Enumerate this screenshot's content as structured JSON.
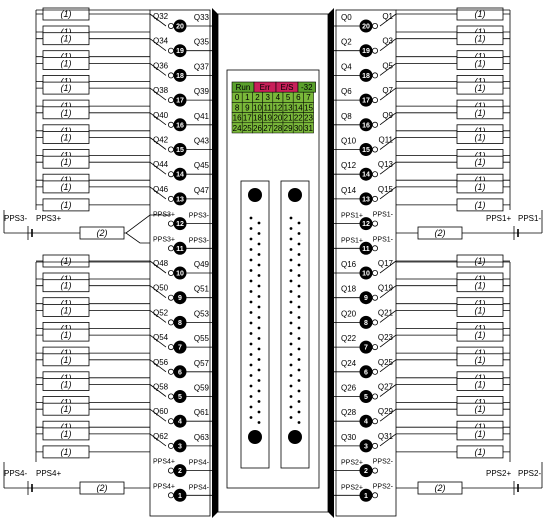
{
  "left_block": {
    "resistor_label": "(1)",
    "pps_resistor_label": "(2)",
    "rows": [
      {
        "l": "Q32",
        "r": "Q33",
        "n": "20"
      },
      {
        "l": "Q34",
        "r": "Q35",
        "n": "19"
      },
      {
        "l": "Q36",
        "r": "Q37",
        "n": "18"
      },
      {
        "l": "Q38",
        "r": "Q39",
        "n": "17"
      },
      {
        "l": "Q40",
        "r": "Q41",
        "n": "16"
      },
      {
        "l": "Q42",
        "r": "Q43",
        "n": "15"
      },
      {
        "l": "Q44",
        "r": "Q45",
        "n": "14"
      },
      {
        "l": "Q46",
        "r": "Q47",
        "n": "13"
      },
      {
        "l": "PPS3+",
        "r": "PPS3-",
        "n": "12"
      },
      {
        "l": "PPS3+",
        "r": "PPS3-",
        "n": "11"
      },
      {
        "l": "Q48",
        "r": "Q49",
        "n": "10"
      },
      {
        "l": "Q50",
        "r": "Q51",
        "n": "9"
      },
      {
        "l": "Q52",
        "r": "Q53",
        "n": "8"
      },
      {
        "l": "Q54",
        "r": "Q55",
        "n": "7"
      },
      {
        "l": "Q56",
        "r": "Q57",
        "n": "6"
      },
      {
        "l": "Q58",
        "r": "Q59",
        "n": "5"
      },
      {
        "l": "Q60",
        "r": "Q61",
        "n": "4"
      },
      {
        "l": "Q62",
        "r": "Q63",
        "n": "3"
      },
      {
        "l": "PPS4+",
        "r": "PPS4-",
        "n": "2"
      },
      {
        "l": "PPS4+",
        "r": "PPS4-",
        "n": "1"
      }
    ],
    "supply_top": {
      "minus": "PPS3-",
      "plus": "PPS3+"
    },
    "supply_bottom": {
      "minus": "PPS4-",
      "plus": "PPS4+"
    }
  },
  "right_block": {
    "resistor_label": "(1)",
    "pps_resistor_label": "(2)",
    "rows": [
      {
        "l": "Q0",
        "r": "Q1",
        "n": "20"
      },
      {
        "l": "Q2",
        "r": "Q3",
        "n": "19"
      },
      {
        "l": "Q4",
        "r": "Q5",
        "n": "18"
      },
      {
        "l": "Q6",
        "r": "Q7",
        "n": "17"
      },
      {
        "l": "Q8",
        "r": "Q9",
        "n": "16"
      },
      {
        "l": "Q10",
        "r": "Q11",
        "n": "15"
      },
      {
        "l": "Q12",
        "r": "Q13",
        "n": "14"
      },
      {
        "l": "Q14",
        "r": "Q15",
        "n": "13"
      },
      {
        "l": "PPS1+",
        "r": "PPS1-",
        "n": "12"
      },
      {
        "l": "PPS1+",
        "r": "PPS1-",
        "n": "11"
      },
      {
        "l": "Q16",
        "r": "Q17",
        "n": "10"
      },
      {
        "l": "Q18",
        "r": "Q19",
        "n": "9"
      },
      {
        "l": "Q20",
        "r": "Q21",
        "n": "8"
      },
      {
        "l": "Q22",
        "r": "Q23",
        "n": "7"
      },
      {
        "l": "Q24",
        "r": "Q25",
        "n": "6"
      },
      {
        "l": "Q26",
        "r": "Q27",
        "n": "5"
      },
      {
        "l": "Q28",
        "r": "Q29",
        "n": "4"
      },
      {
        "l": "Q30",
        "r": "Q31",
        "n": "3"
      },
      {
        "l": "PPS2+",
        "r": "PPS2-",
        "n": "2"
      },
      {
        "l": "PPS2+",
        "r": "PPS2-",
        "n": "1"
      }
    ],
    "supply_top": {
      "plus": "PPS1+",
      "minus": "PPS1-"
    },
    "supply_bottom": {
      "plus": "PPS2+",
      "minus": "PPS2-"
    }
  },
  "status_panel": {
    "headers": [
      {
        "text": "Run",
        "color": "#5aa02c"
      },
      {
        "text": "Err",
        "color": "#c8205a"
      },
      {
        "text": "E/S",
        "color": "#c8205a"
      },
      {
        "text": "-32",
        "color": "#5aa02c"
      }
    ],
    "grid": [
      [
        "0",
        "1",
        "2",
        "3",
        "4",
        "5",
        "6",
        "7"
      ],
      [
        "8",
        "9",
        "10",
        "11",
        "12",
        "13",
        "14",
        "15"
      ],
      [
        "16",
        "17",
        "18",
        "19",
        "20",
        "21",
        "22",
        "23"
      ],
      [
        "24",
        "25",
        "26",
        "27",
        "28",
        "29",
        "30",
        "31"
      ]
    ],
    "led_color": "#7ab83a"
  }
}
